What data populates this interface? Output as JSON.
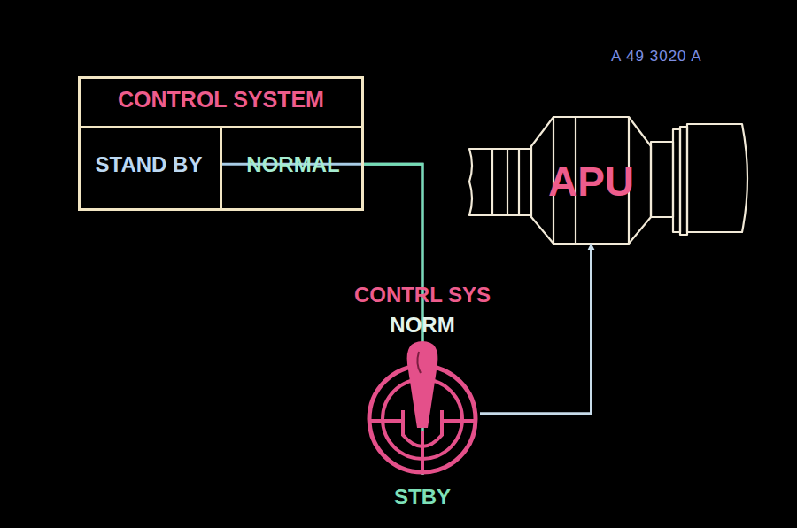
{
  "diagram": {
    "nodes": [
      {
        "text": [
          "CONTROL SYSTEM"
        ]
      },
      {
        "text": [
          "STAND BY"
        ],
        "in": 0
      },
      {
        "text": [
          "NORMAL"
        ],
        "in": 0
      },
      {
        "text": [
          "CONTRL SYS",
          "NORM",
          "STBY"
        ]
      },
      {
        "text": [
          "APU"
        ]
      }
    ],
    "edges": [
      {
        "from": 1,
        "to": 3,
        "arrow": "none"
      },
      {
        "from": 2,
        "to": 3,
        "arrow": "none"
      },
      {
        "from": 3,
        "to": 4,
        "arrow": "to"
      }
    ],
    "labels": [
      "A 49 3020 A"
    ]
  }
}
